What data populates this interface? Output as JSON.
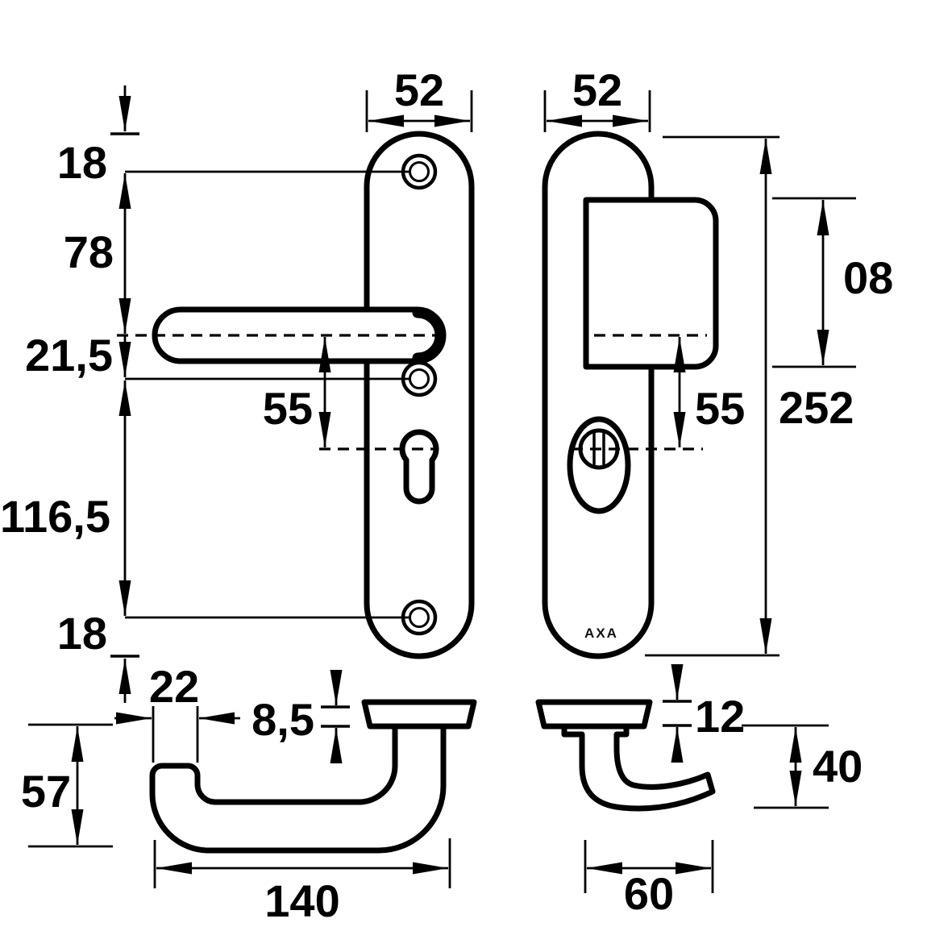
{
  "drawing": {
    "brand_label": "AXA",
    "description": "Technical dimension drawing of AXA security door fitting: front plate with lever handle, rear plate with fixed pull and cylinder guard, plus two side profile views",
    "labels": {
      "front_plate_width": "52",
      "rear_plate_width": "52",
      "front_top_edge_to_screw": "18",
      "front_screw_to_handle_center": "78",
      "front_handle_to_mid_screw": "21,5",
      "front_mid_to_bottom_screw": "116,5",
      "front_bottom_screw_to_edge": "18",
      "front_handle_to_cylinder": "55",
      "rear_handle_to_cylinder": "55",
      "rear_grip_block_height": "08",
      "rear_plate_height": "252",
      "handle_grip_thickness": "22",
      "handle_rose_thickness": "8,5",
      "handle_depth": "57",
      "handle_length": "140",
      "pull_rose_thickness": "12",
      "pull_depth": "40",
      "pull_length": "60"
    },
    "colors": {
      "line": "#000000",
      "background": "#ffffff"
    }
  }
}
